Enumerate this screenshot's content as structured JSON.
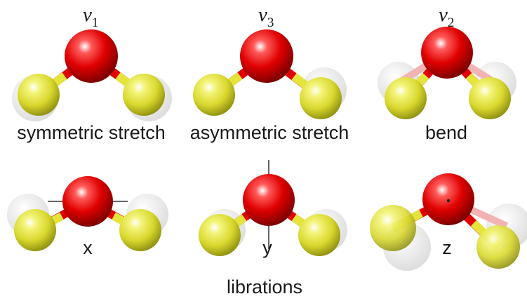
{
  "colors": {
    "oxygen": "#e00000",
    "hydrogen": "#e4e43a",
    "ghost": "#d4d4d4",
    "text": "#1a1a1a"
  },
  "modes": [
    {
      "id": "sym-stretch",
      "symbol": "v",
      "sub": "1",
      "label": "symmetric stretch"
    },
    {
      "id": "asym-stretch",
      "symbol": "v",
      "sub": "3",
      "label": "asymmetric stretch"
    },
    {
      "id": "bend",
      "symbol": "v",
      "sub": "2",
      "label": "bend"
    }
  ],
  "librations": {
    "axes": [
      {
        "id": "x",
        "label": "x"
      },
      {
        "id": "y",
        "label": "y"
      },
      {
        "id": "z",
        "label": "z"
      }
    ],
    "title": "librations"
  }
}
